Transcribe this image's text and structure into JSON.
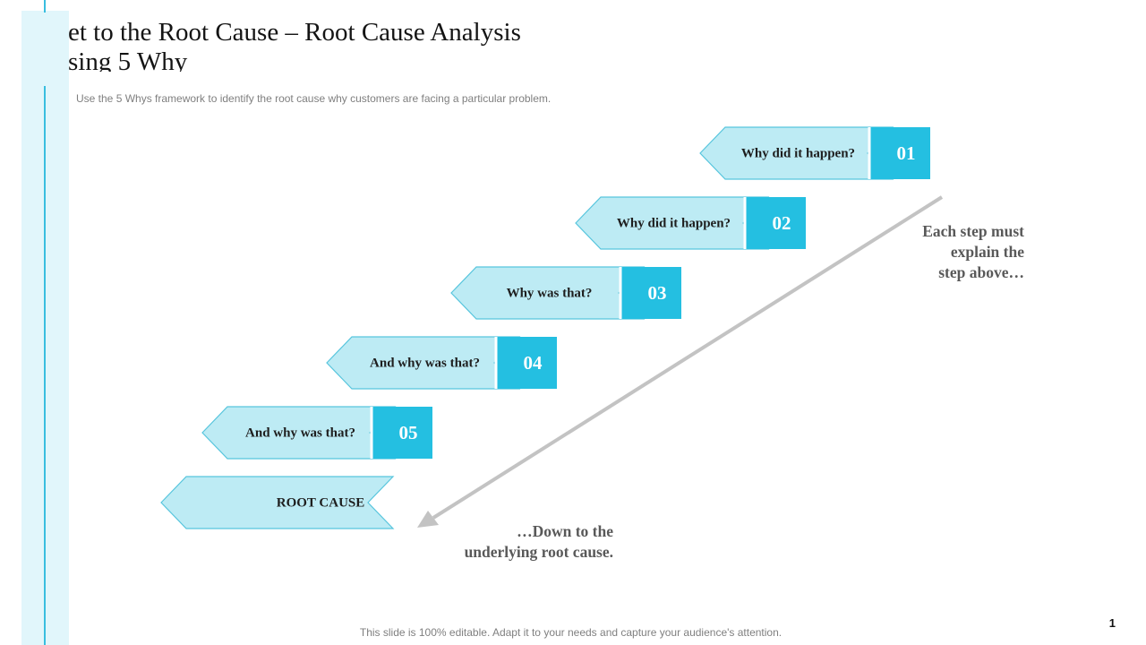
{
  "title": {
    "line1": "et to the Root Cause – Root Cause Analysis",
    "line2": "sing 5 Why"
  },
  "subtitle": "Use the 5 Whys framework  to identify the root cause why customers are facing a particular problem.",
  "steps": [
    {
      "label": "Why did it happen?",
      "number": "01"
    },
    {
      "label": "Why did it happen?",
      "number": "02"
    },
    {
      "label": "Why was that?",
      "number": "03"
    },
    {
      "label": "And why was that?",
      "number": "04"
    },
    {
      "label": "And why was that?",
      "number": "05"
    }
  ],
  "root_cause": "ROOT CAUSE",
  "note_top": {
    "line1": "Each step must",
    "line2": "explain the",
    "line3": "step above…"
  },
  "note_bottom": {
    "line1": "…Down to the",
    "line2": "underlying root cause."
  },
  "footer": "This slide is 100% editable. Adapt it to your needs and capture your audience's attention.",
  "page_number": "1",
  "colors": {
    "arrow_fill": "#bdebf4",
    "arrow_stroke": "#57c5dd",
    "number_fill": "#24bfe1",
    "accent_band": "#e1f6fb",
    "accent_line": "#39bedf",
    "diagonal_arrow": "#c3c3c3"
  }
}
